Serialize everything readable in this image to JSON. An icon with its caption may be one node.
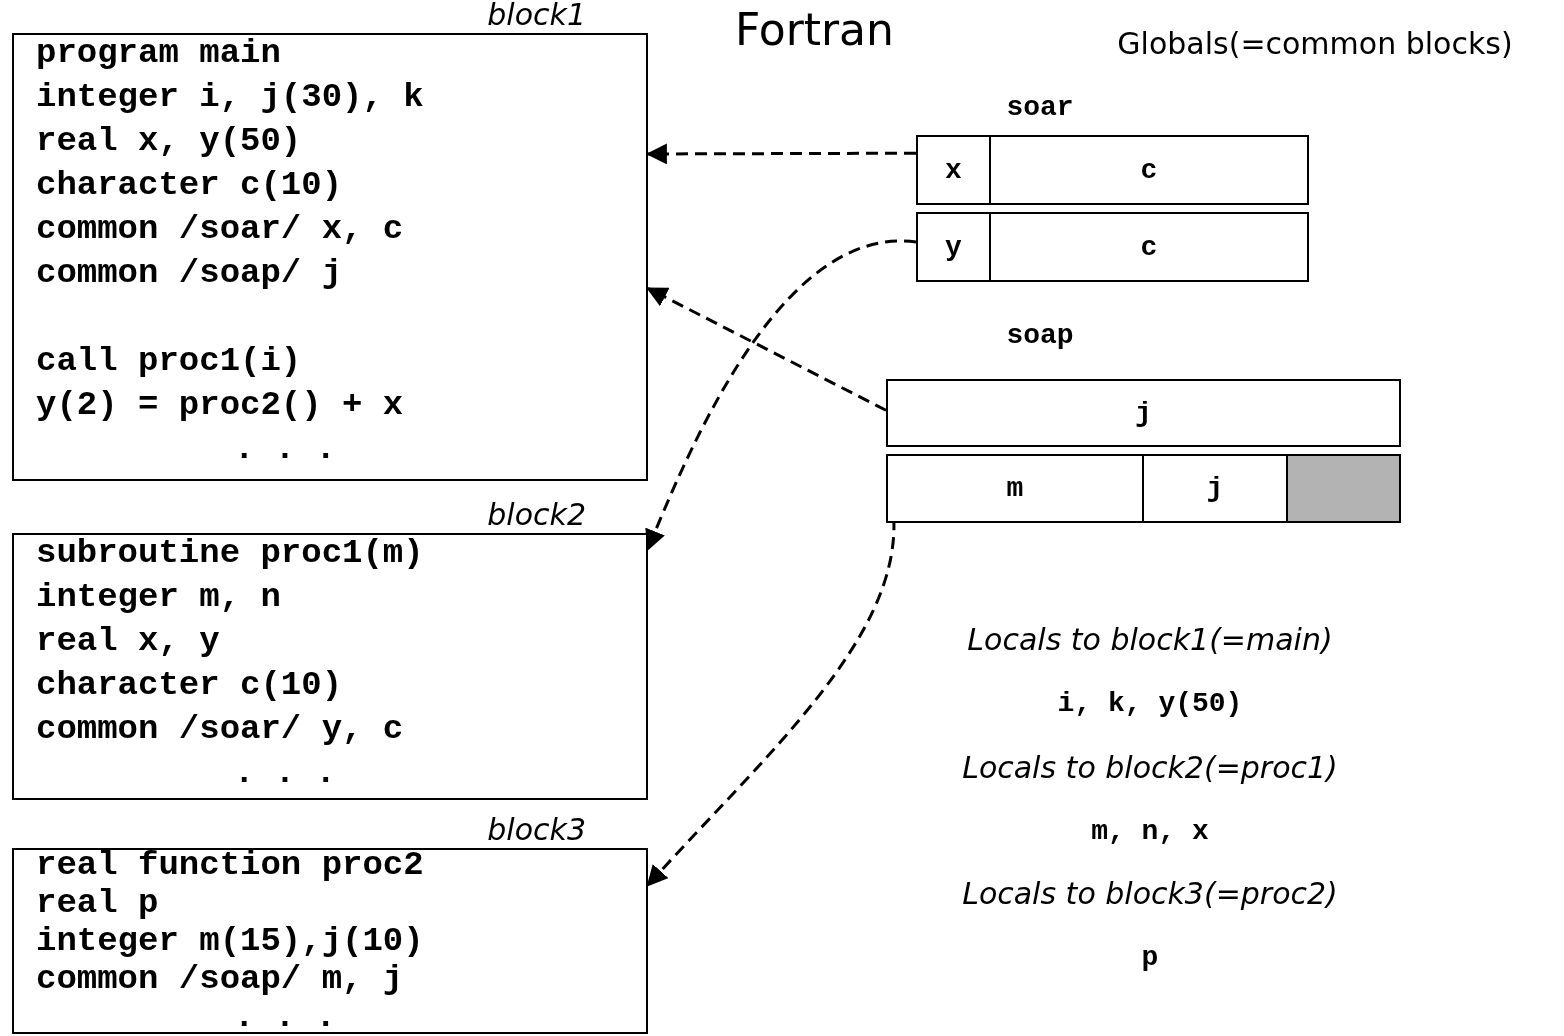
{
  "diagram": {
    "title": "Fortran",
    "nodes": [
      {
        "text": [
          "block1",
          "program main",
          "integer i, j(30), k",
          "real x, y(50)",
          "character c(10)",
          "common /soar/ x, c",
          "common /soap/ j",
          "call proc1(i)",
          "y(2) = proc2() + x",
          ". . ."
        ]
      },
      {
        "text": [
          "block2",
          "subroutine proc1(m)",
          "integer m, n",
          "real x, y",
          "character c(10)",
          "common /soar/ y, c",
          ". . ."
        ]
      },
      {
        "text": [
          "block3",
          "real function proc2",
          "real p",
          "integer m(15),j(10)",
          "common /soap/ m, j",
          ". . ."
        ]
      },
      {
        "text": [
          "x"
        ]
      },
      {
        "text": [
          "c"
        ]
      },
      {
        "text": [
          "y"
        ]
      },
      {
        "text": [
          "c"
        ]
      },
      {
        "text": [
          "j"
        ]
      },
      {
        "text": [
          "m"
        ]
      },
      {
        "text": [
          "j"
        ]
      },
      {
        "text": [],
        "shape": "box"
      }
    ],
    "edges": [
      {
        "from": 3,
        "to": 0,
        "arrow": "to",
        "style": "dashed"
      },
      {
        "from": 5,
        "to": 1,
        "arrow": "to",
        "style": "dashed"
      },
      {
        "from": 7,
        "to": 0,
        "arrow": "to",
        "style": "dashed"
      },
      {
        "from": 8,
        "to": 2,
        "arrow": "to",
        "style": "dashed"
      }
    ],
    "labels": [
      "Globals(=common blocks)",
      "soar",
      "soap",
      "Locals to block1(=main)",
      "i, k, y(50)",
      "Locals to block2(=proc1)",
      "m, n, x",
      "Locals to block3(=proc2)",
      "p"
    ]
  }
}
